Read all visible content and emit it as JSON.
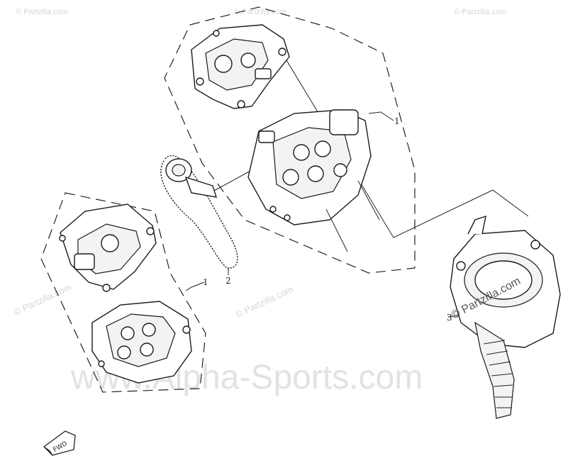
{
  "watermarks": {
    "small": "© Partzilla.com",
    "large": "www.Alpha-Sports.com"
  },
  "callouts": [
    {
      "id": "1",
      "label": "1"
    },
    {
      "id": "2",
      "label": "2"
    },
    {
      "id": "1b",
      "label": "1"
    },
    {
      "id": "3",
      "label": "3"
    }
  ],
  "fwd_badge": "FWD",
  "icons": {
    "cylinder_head_cover_top": "valve-cover-icon",
    "cylinder_head_top": "cylinder-head-icon",
    "timing_chain": "timing-chain-icon",
    "cylinder_head_cover_rear": "valve-cover-icon",
    "cylinder_head_rear": "cylinder-head-icon",
    "cylinder_block": "cylinder-block-icon",
    "forward_arrow": "forward-arrow-icon"
  }
}
